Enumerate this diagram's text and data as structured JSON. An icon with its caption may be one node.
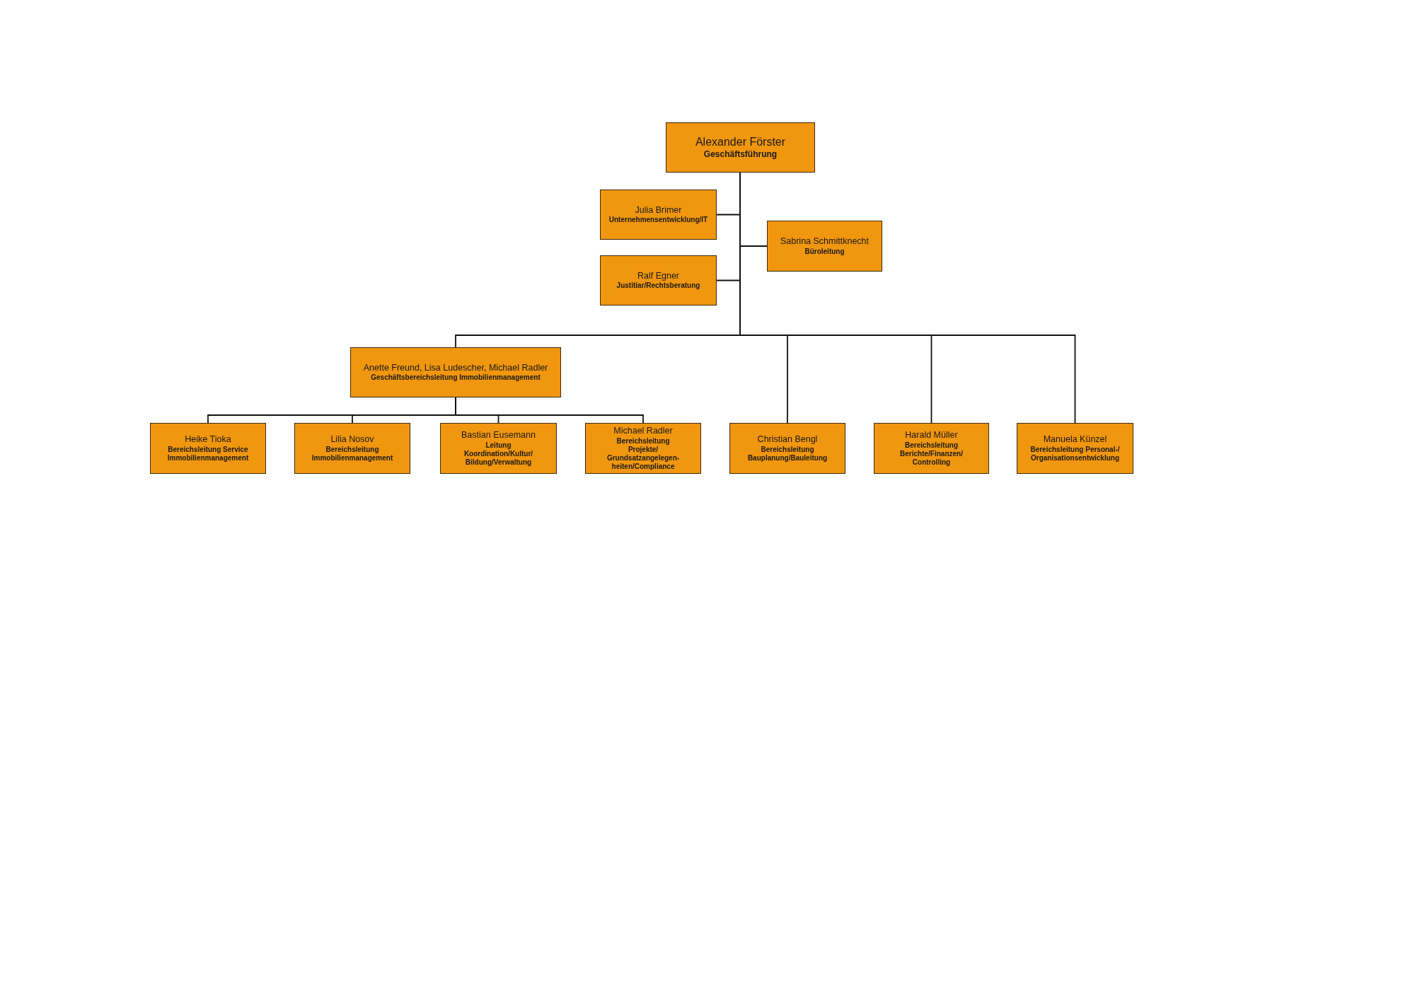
{
  "diagram": {
    "nodes": [
      {
        "text": [
          "Alexander Förster",
          "Geschäftsführung"
        ]
      },
      {
        "text": [
          "Julia Brimer",
          "Unternehmensentwicklung/IT"
        ]
      },
      {
        "text": [
          "Sabrina Schmittknecht",
          "Büroleitung"
        ]
      },
      {
        "text": [
          "Ralf Egner",
          "Justitiar/Rechtsberatung"
        ]
      },
      {
        "text": [
          "Anette Freund, Lisa Ludescher, Michael Radler",
          "Geschäftsbereichsleitung Immobilienmanagement"
        ]
      },
      {
        "text": [
          "Heike Tioka",
          "Bereichsleitung Service Immobilienmanagement"
        ]
      },
      {
        "text": [
          "Lilia Nosov",
          "Bereichsleitung Immobilienmanagement"
        ]
      },
      {
        "text": [
          "Bastian Eusemann",
          "Leitung Koordination/Kultur/ Bildung/Verwaltung"
        ]
      },
      {
        "text": [
          "Michael Radler",
          "Bereichsleitung Projekte/ Grundsatzangelegen- heiten/Compliance"
        ]
      },
      {
        "text": [
          "Christian Bengl",
          "Bereichsleitung Bauplanung/Bauleitung"
        ]
      },
      {
        "text": [
          "Harald Müller",
          "Bereichsleitung Berichte/Finanzen/ Controlling"
        ]
      },
      {
        "text": [
          "Manuela Künzel",
          "Bereichsleitung Personal-/ Organisationsentwicklung"
        ]
      }
    ],
    "edges": [
      {
        "from": 0,
        "to": 1,
        "arrow": "none"
      },
      {
        "from": 0,
        "to": 2,
        "arrow": "none"
      },
      {
        "from": 0,
        "to": 3,
        "arrow": "none"
      },
      {
        "from": 0,
        "to": 4,
        "arrow": "none"
      },
      {
        "from": 0,
        "to": 9,
        "arrow": "none"
      },
      {
        "from": 0,
        "to": 10,
        "arrow": "none"
      },
      {
        "from": 0,
        "to": 11,
        "arrow": "none"
      },
      {
        "from": 4,
        "to": 5,
        "arrow": "none"
      },
      {
        "from": 4,
        "to": 6,
        "arrow": "none"
      },
      {
        "from": 4,
        "to": 7,
        "arrow": "none"
      },
      {
        "from": 4,
        "to": 8,
        "arrow": "none"
      }
    ]
  }
}
